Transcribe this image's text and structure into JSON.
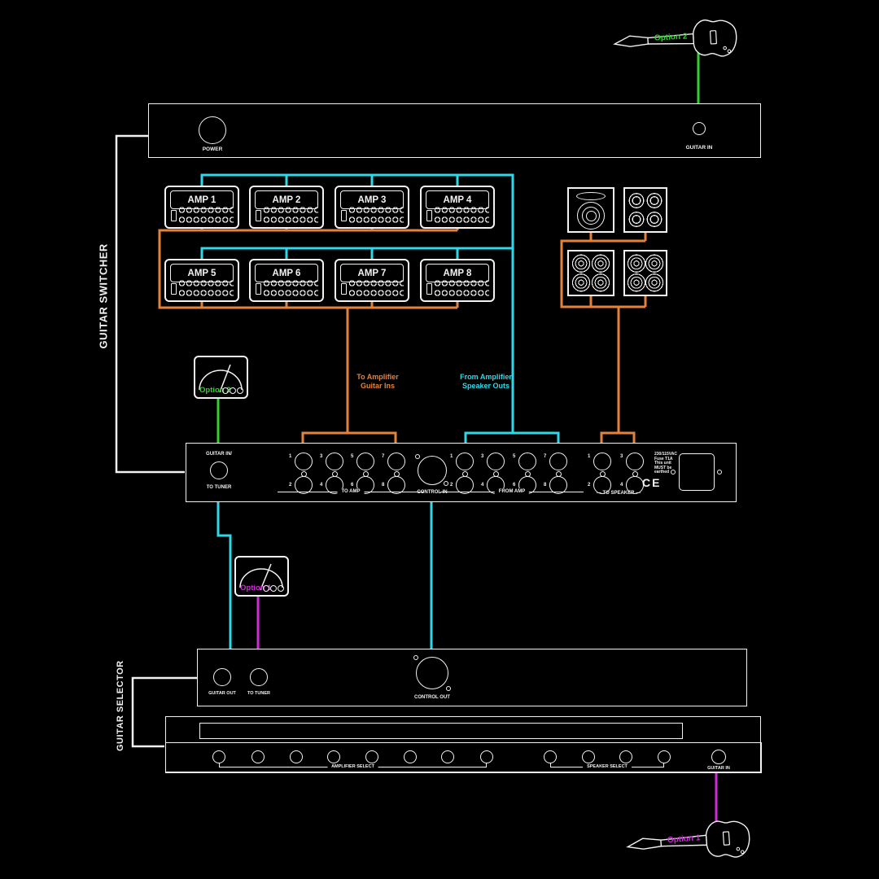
{
  "colors": {
    "cyan": "#2fd8e8",
    "orange": "#e5823a",
    "green": "#30d130",
    "magenta": "#cf2bd6"
  },
  "groups": {
    "switcher": "GUITAR SWITCHER",
    "selector": "GUITAR SELECTOR"
  },
  "guitars": {
    "top": {
      "label": "Option 2"
    },
    "bottom": {
      "label": "Option 1"
    }
  },
  "top_rack": {
    "power": "POWER",
    "guitar_in": "GUITAR IN"
  },
  "amps": [
    "AMP 1",
    "AMP 2",
    "AMP 3",
    "AMP 4",
    "AMP 5",
    "AMP 6",
    "AMP 7",
    "AMP 8"
  ],
  "wire_labels": {
    "to_amp_1": "To Amplifier",
    "to_amp_2": "Guitar Ins",
    "from_amp_1": "From Amplifier",
    "from_amp_2": "Speaker Outs"
  },
  "meters": {
    "upper": "Option 2",
    "lower": "Option 1"
  },
  "switcher": {
    "guitar_in_1": "GUITAR IN/",
    "guitar_in_2": "TO TUNER",
    "to_amp": "TO AMP",
    "from_amp": "FROM AMP",
    "to_speaker": "— TO SPEAKER —",
    "control_in": "CONTROL IN",
    "numbers_odd": [
      "1",
      "3",
      "5",
      "7"
    ],
    "numbers_even": [
      "2",
      "4",
      "6",
      "8"
    ],
    "speaker_numbers_top": [
      "1",
      "3"
    ],
    "speaker_numbers_bottom": [
      "2",
      "4"
    ],
    "power_note": [
      "230/115VAC",
      "Fuse T1A",
      "This unit",
      "MUST be",
      "earthed"
    ],
    "ce": "CE"
  },
  "selector_rear": {
    "guitar_out": "GUITAR OUT",
    "to_tuner": "TO TUNER",
    "control_out": "CONTROL OUT"
  },
  "pedal": {
    "amplifier_select": "AMPLIFIER SELECT",
    "speaker_select": "SPEAKER SELECT",
    "guitar_in": "GUITAR IN"
  }
}
